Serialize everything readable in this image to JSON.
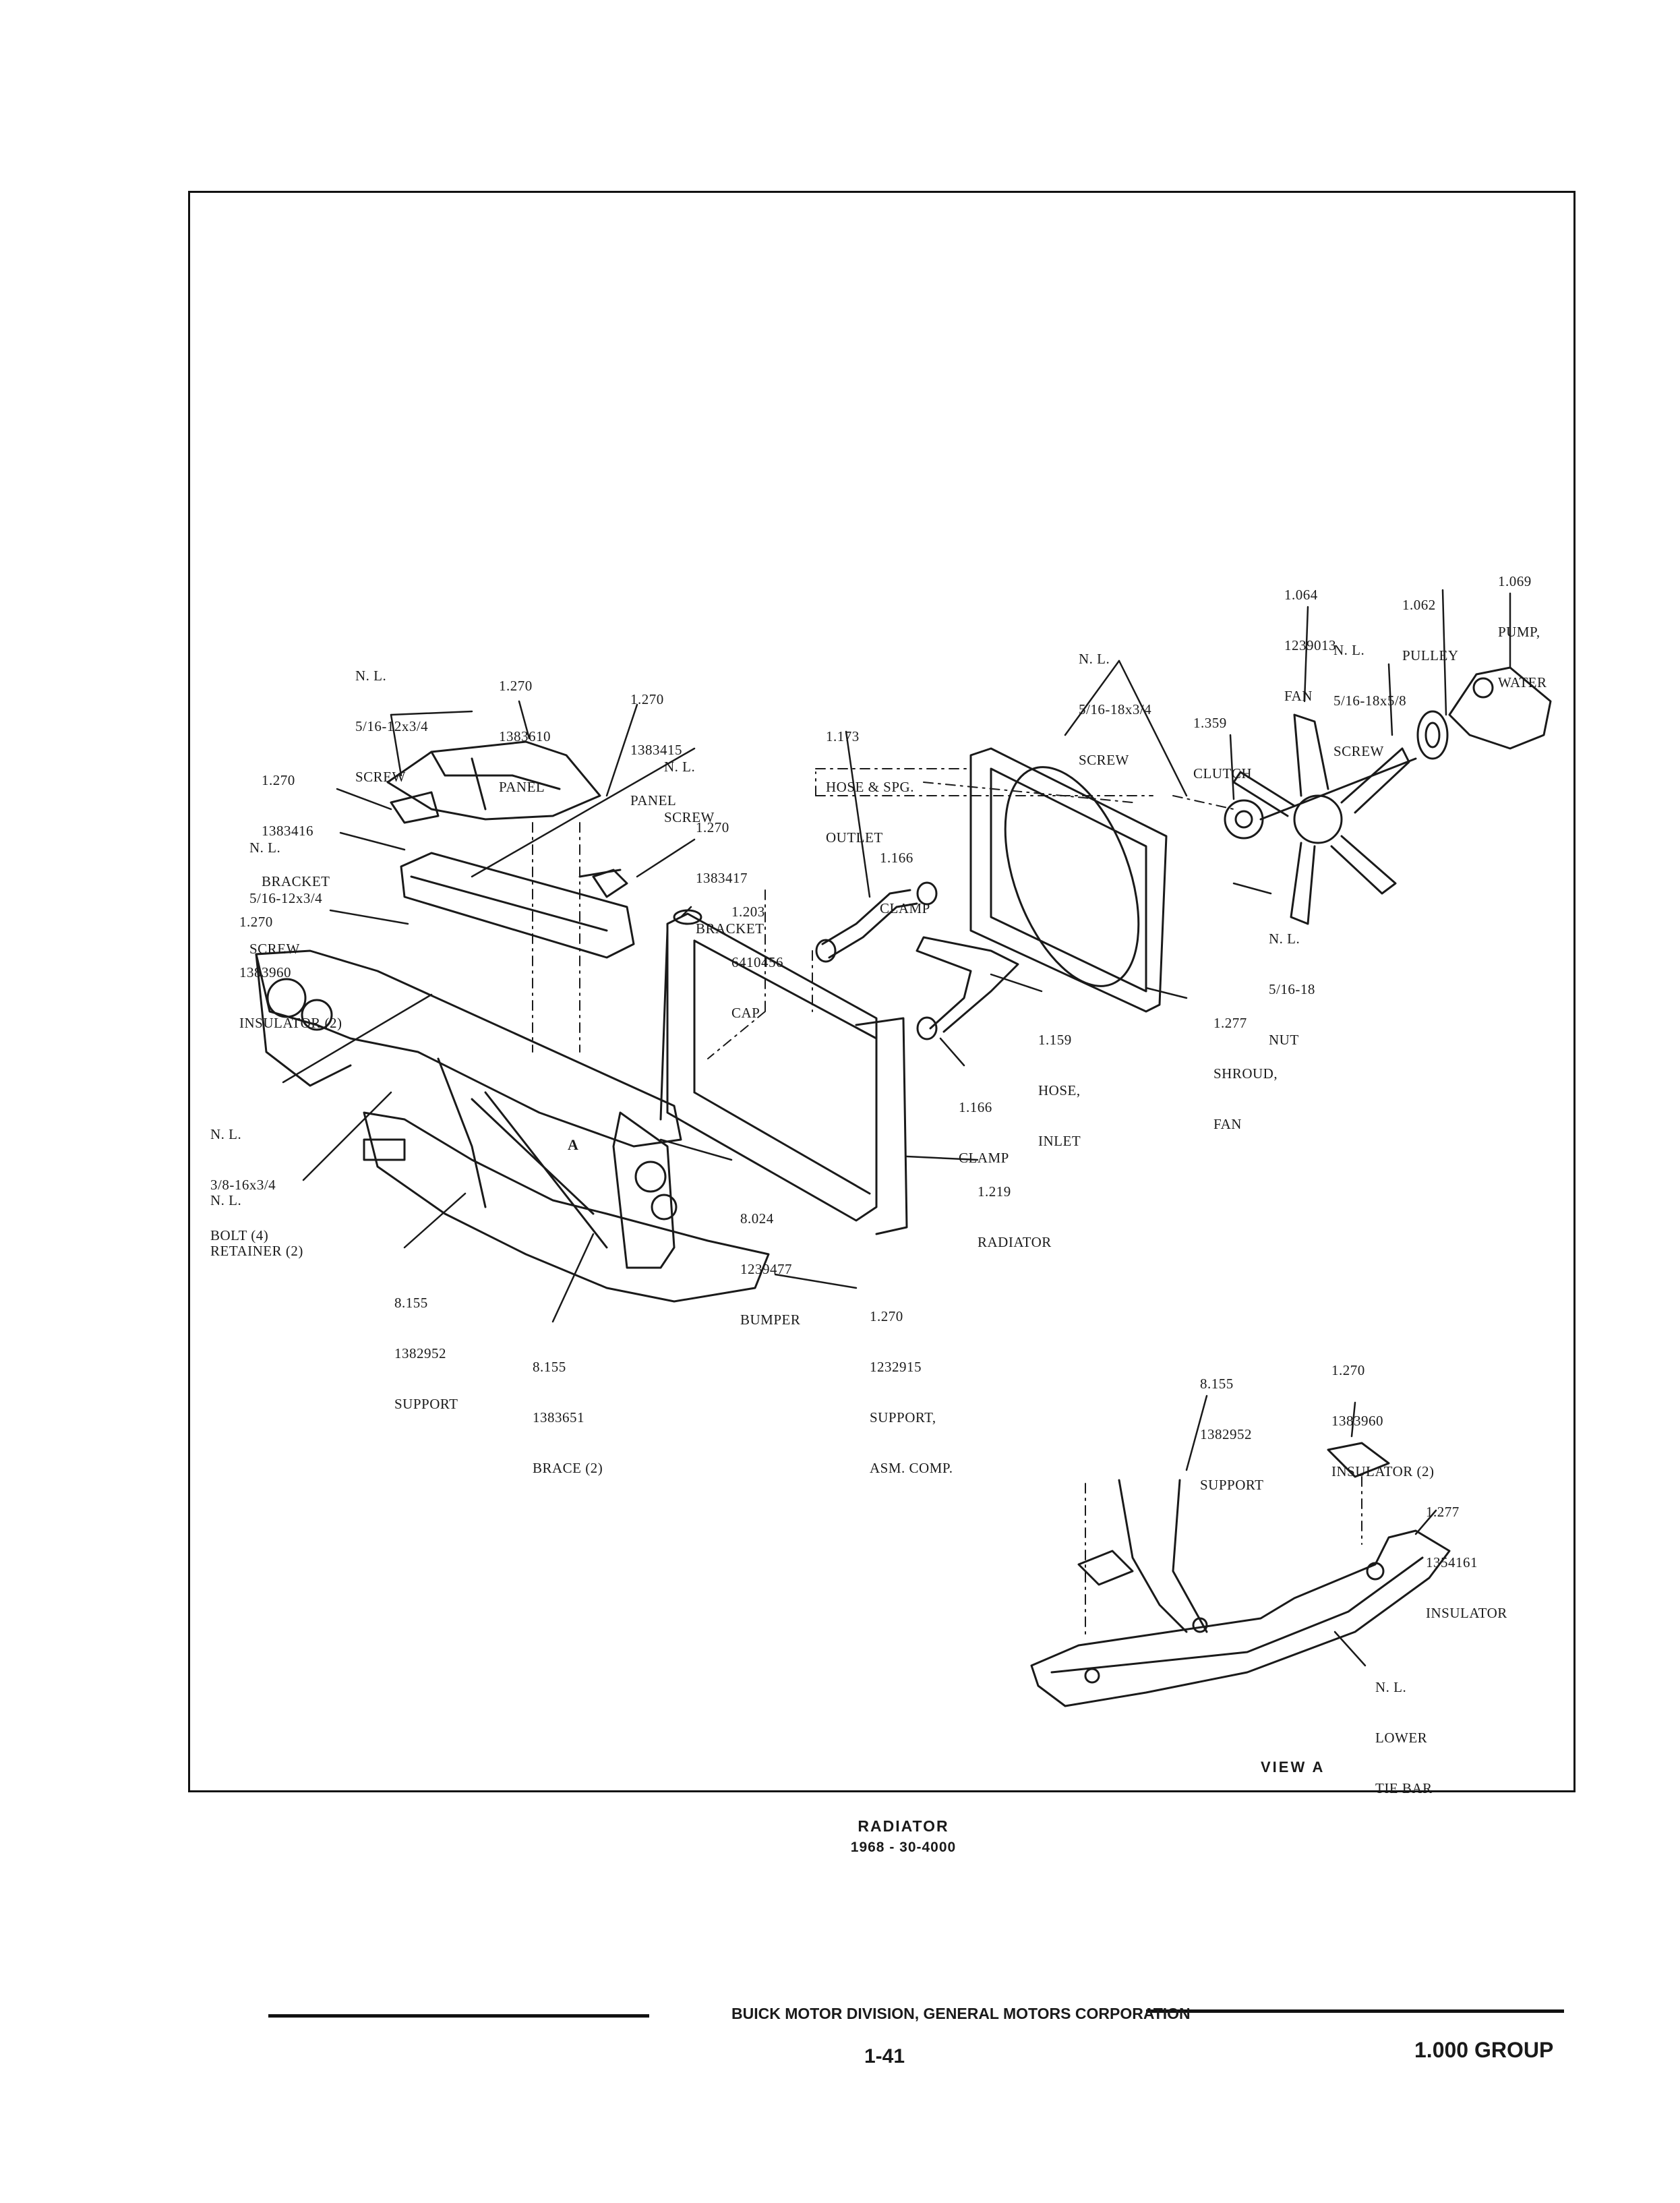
{
  "diagram": {
    "caption": {
      "title": "RADIATOR",
      "subtitle": "1968 - 30-4000"
    },
    "view_label": "VIEW A",
    "area_marker": "A",
    "callouts": [
      {
        "id": "nl-screw-a",
        "lines": [
          "N. L.",
          "5/16-12x3/4",
          "SCREW"
        ]
      },
      {
        "id": "panel-1383610",
        "lines": [
          "1.270",
          "1383610",
          "PANEL"
        ]
      },
      {
        "id": "panel-1383415",
        "lines": [
          "1.270",
          "1383415",
          "PANEL"
        ]
      },
      {
        "id": "nl-screw-b",
        "lines": [
          "N. L.",
          "SCREW"
        ]
      },
      {
        "id": "bracket-1383416",
        "lines": [
          "1.270",
          "1383416",
          "BRACKET"
        ]
      },
      {
        "id": "nl-screw-c",
        "lines": [
          "N. L.",
          "5/16-12x3/4",
          "SCREW"
        ]
      },
      {
        "id": "bracket-1383417",
        "lines": [
          "1.270",
          "1383417",
          "BRACKET"
        ]
      },
      {
        "id": "insulator-1383960",
        "lines": [
          "1.270",
          "1383960",
          "INSULATOR (2)"
        ]
      },
      {
        "id": "hose-outlet",
        "lines": [
          "1.173",
          "HOSE & SPG.",
          "OUTLET"
        ]
      },
      {
        "id": "clamp-upper",
        "lines": [
          "1.166",
          "CLAMP"
        ]
      },
      {
        "id": "cap-6410456",
        "lines": [
          "1.203",
          "6410456",
          "CAP"
        ]
      },
      {
        "id": "nl-screw-d",
        "lines": [
          "N. L.",
          "5/16-18x3/4",
          "SCREW"
        ]
      },
      {
        "id": "fan-1239013",
        "lines": [
          "1.064",
          "1239013",
          "FAN"
        ]
      },
      {
        "id": "pulley",
        "lines": [
          "1.062",
          "PULLEY"
        ]
      },
      {
        "id": "pump-water",
        "lines": [
          "1.069",
          "PUMP,",
          "WATER"
        ]
      },
      {
        "id": "nl-screw-e",
        "lines": [
          "N. L.",
          "5/16-18x5/8",
          "SCREW"
        ]
      },
      {
        "id": "clutch",
        "lines": [
          "1.359",
          "CLUTCH"
        ]
      },
      {
        "id": "nl-nut",
        "lines": [
          "N. L.",
          "5/16-18",
          "NUT"
        ]
      },
      {
        "id": "shroud-fan",
        "lines": [
          "1.277",
          "SHROUD,",
          "FAN"
        ]
      },
      {
        "id": "hose-inlet",
        "lines": [
          "1.159",
          "HOSE,",
          "INLET"
        ]
      },
      {
        "id": "clamp-lower",
        "lines": [
          "1.166",
          "CLAMP"
        ]
      },
      {
        "id": "radiator",
        "lines": [
          "1.219",
          "RADIATOR"
        ]
      },
      {
        "id": "nl-bolt",
        "lines": [
          "N. L.",
          "3/8-16x3/4",
          "BOLT (4)"
        ]
      },
      {
        "id": "nl-retainer",
        "lines": [
          "N. L.",
          "RETAINER (2)"
        ]
      },
      {
        "id": "bumper-1239477",
        "lines": [
          "8.024",
          "1239477",
          "BUMPER"
        ]
      },
      {
        "id": "support-1382952",
        "lines": [
          "8.155",
          "1382952",
          "SUPPORT"
        ]
      },
      {
        "id": "brace-1383651",
        "lines": [
          "8.155",
          "1383651",
          "BRACE (2)"
        ]
      },
      {
        "id": "support-asm-1232915",
        "lines": [
          "1.270",
          "1232915",
          "SUPPORT,",
          "ASM. COMP."
        ]
      },
      {
        "id": "view-a-support",
        "lines": [
          "8.155",
          "1382952",
          "SUPPORT"
        ]
      },
      {
        "id": "view-a-insulator-1383960",
        "lines": [
          "1.270",
          "1383960",
          "INSULATOR (2)"
        ]
      },
      {
        "id": "view-a-insulator-1354161",
        "lines": [
          "1.277",
          "1354161",
          "INSULATOR"
        ]
      },
      {
        "id": "view-a-lower-tie-bar",
        "lines": [
          "N. L.",
          "LOWER",
          "TIE BAR"
        ]
      }
    ]
  },
  "footer": {
    "division": "BUICK MOTOR DIVISION, GENERAL MOTORS CORPORATION",
    "page_number": "1-41",
    "group": "1.000 GROUP"
  }
}
